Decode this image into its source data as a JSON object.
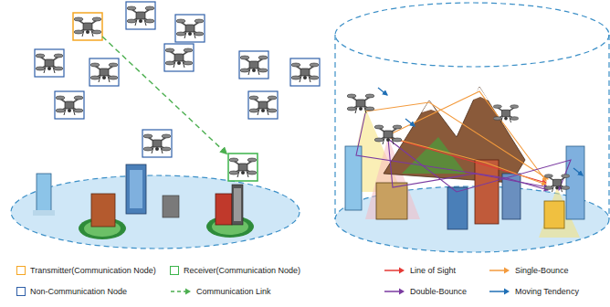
{
  "diagram": {
    "legend": [
      {
        "text": "Transmitter(Communication Node)",
        "color": "#f5a623"
      },
      {
        "text": "Receiver(Communication Node)",
        "color": "#3cb44b"
      },
      {
        "text": "Non-Communication Node",
        "color": "#2f5fa8"
      },
      {
        "text": "Communication Link"
      },
      {
        "text": "Line of Sight"
      },
      {
        "text": "Single-Bounce"
      },
      {
        "text": "Double-Bounce"
      },
      {
        "text": "Moving Tendency"
      }
    ]
  }
}
